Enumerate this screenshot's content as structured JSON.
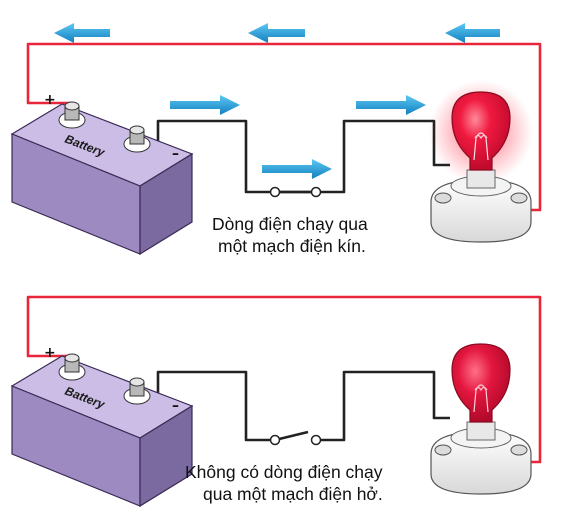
{
  "top_panel": {
    "caption_line1": "Dòng điện chạy qua",
    "caption_line2": "một mạch điện kín.",
    "battery_label": "Battery",
    "positive_sign": "+",
    "negative_sign": "–",
    "switch_state": "closed",
    "bulb_state": "lit"
  },
  "bottom_panel": {
    "caption_line1": "Không có dòng điện chạy",
    "caption_line2": "qua một mạch điện hở.",
    "battery_label": "Battery",
    "positive_sign": "+",
    "negative_sign": "–",
    "switch_state": "open",
    "bulb_state": "unlit"
  },
  "colors": {
    "positive_wire": "#e8263a",
    "negative_wire": "#222222",
    "arrow": "#1f9fd8",
    "battery_body": "#9c8ac0",
    "bulb_glass": "#e3163f"
  }
}
